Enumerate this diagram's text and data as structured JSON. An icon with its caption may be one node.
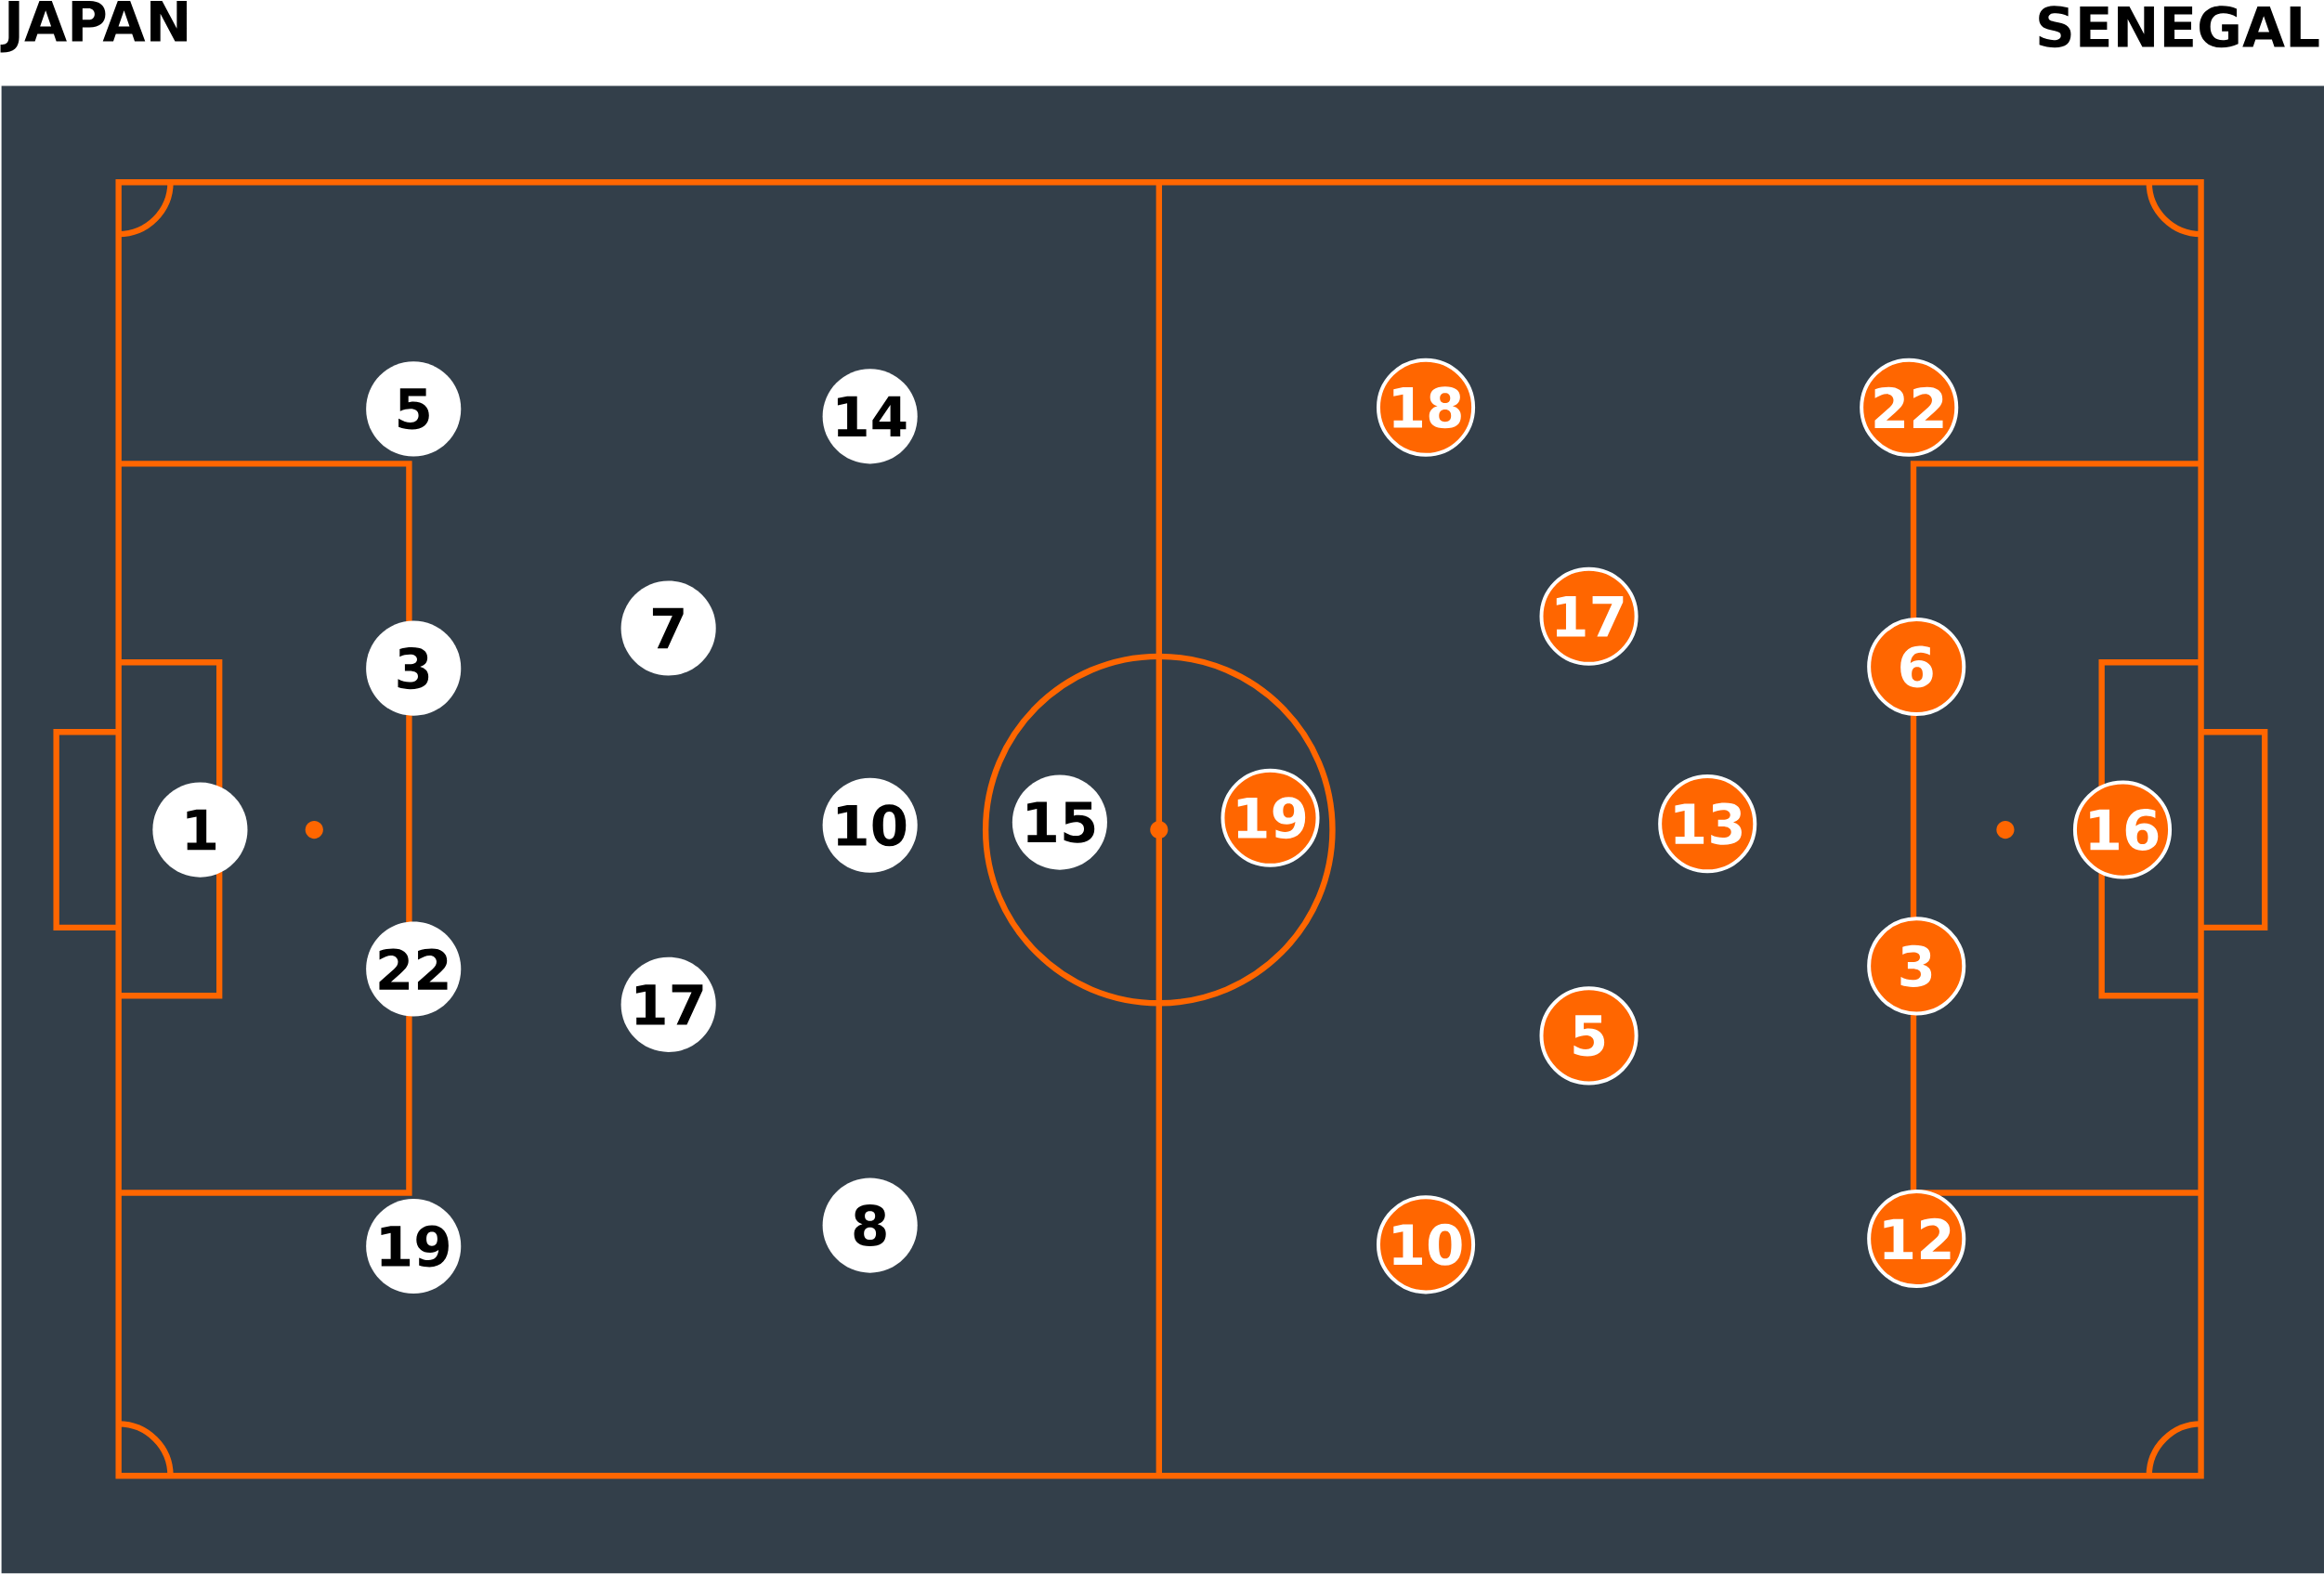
{
  "diagram": {
    "nodes": [
      {
        "text": [
          "1"
        ]
      },
      {
        "text": [
          "5"
        ]
      },
      {
        "text": [
          "3"
        ]
      },
      {
        "text": [
          "22"
        ]
      },
      {
        "text": [
          "19"
        ]
      },
      {
        "text": [
          "7"
        ]
      },
      {
        "text": [
          "17"
        ]
      },
      {
        "text": [
          "14"
        ]
      },
      {
        "text": [
          "10"
        ]
      },
      {
        "text": [
          "8"
        ]
      },
      {
        "text": [
          "15"
        ]
      },
      {
        "text": [
          "19"
        ]
      },
      {
        "text": [
          "18"
        ]
      },
      {
        "text": [
          "10"
        ]
      },
      {
        "text": [
          "17"
        ]
      },
      {
        "text": [
          "5"
        ]
      },
      {
        "text": [
          "13"
        ]
      },
      {
        "text": [
          "22"
        ]
      },
      {
        "text": [
          "6"
        ]
      },
      {
        "text": [
          "3"
        ]
      },
      {
        "text": [
          "12"
        ]
      },
      {
        "text": [
          "16"
        ]
      }
    ],
    "labels": [
      "JAPAN",
      "SENEGAL"
    ]
  }
}
